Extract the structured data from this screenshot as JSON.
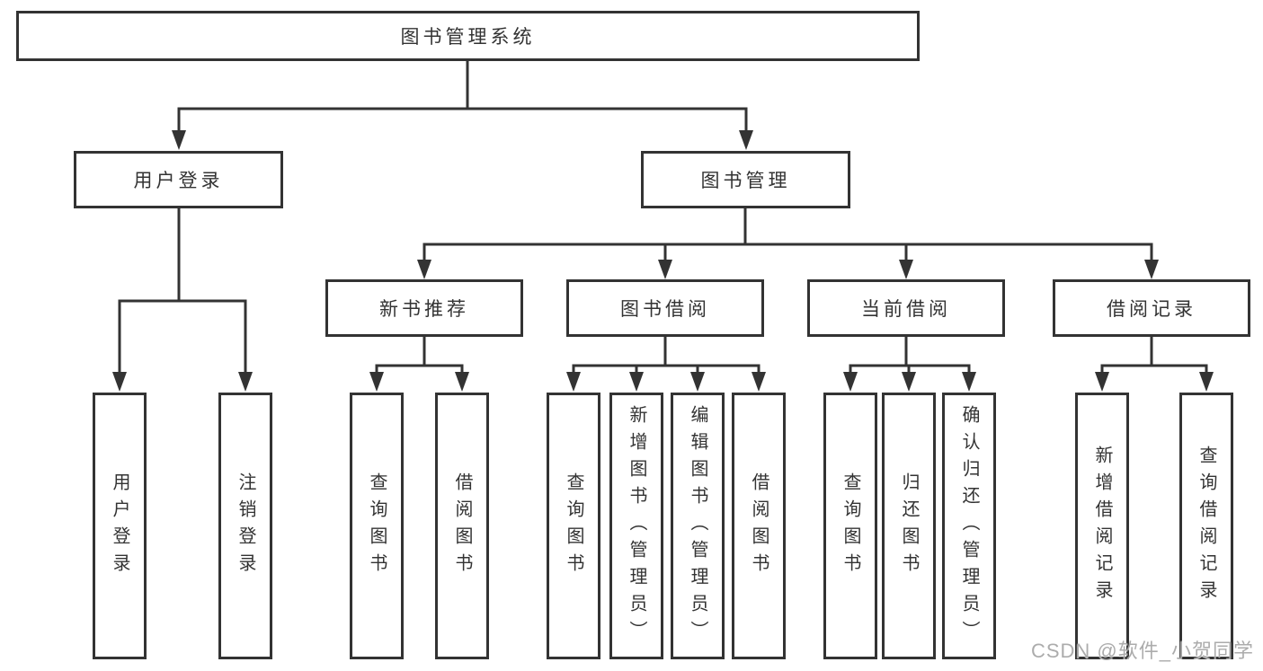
{
  "diagram_title": "图书管理系统",
  "tree": {
    "label": "图书管理系统",
    "children": [
      {
        "label": "用户登录",
        "children": [
          {
            "label": "用户登录"
          },
          {
            "label": "注销登录"
          }
        ]
      },
      {
        "label": "图书管理",
        "children": [
          {
            "label": "新书推荐",
            "children": [
              {
                "label": "查询图书"
              },
              {
                "label": "借阅图书"
              }
            ]
          },
          {
            "label": "图书借阅",
            "children": [
              {
                "label": "查询图书"
              },
              {
                "label": "新增图书（管理员）"
              },
              {
                "label": "编辑图书（管理员）"
              },
              {
                "label": "借阅图书"
              }
            ]
          },
          {
            "label": "当前借阅",
            "children": [
              {
                "label": "查询图书"
              },
              {
                "label": "归还图书"
              },
              {
                "label": "确认归还（管理员）"
              }
            ]
          },
          {
            "label": "借阅记录",
            "children": [
              {
                "label": "新增借阅记录"
              },
              {
                "label": "查询借阅记录"
              }
            ]
          }
        ]
      }
    ]
  },
  "watermark": "CSDN @软件_小贺同学",
  "colors": {
    "line": "#333333",
    "text": "#333333",
    "watermark": "#b3b3b3",
    "background": "#ffffff"
  }
}
